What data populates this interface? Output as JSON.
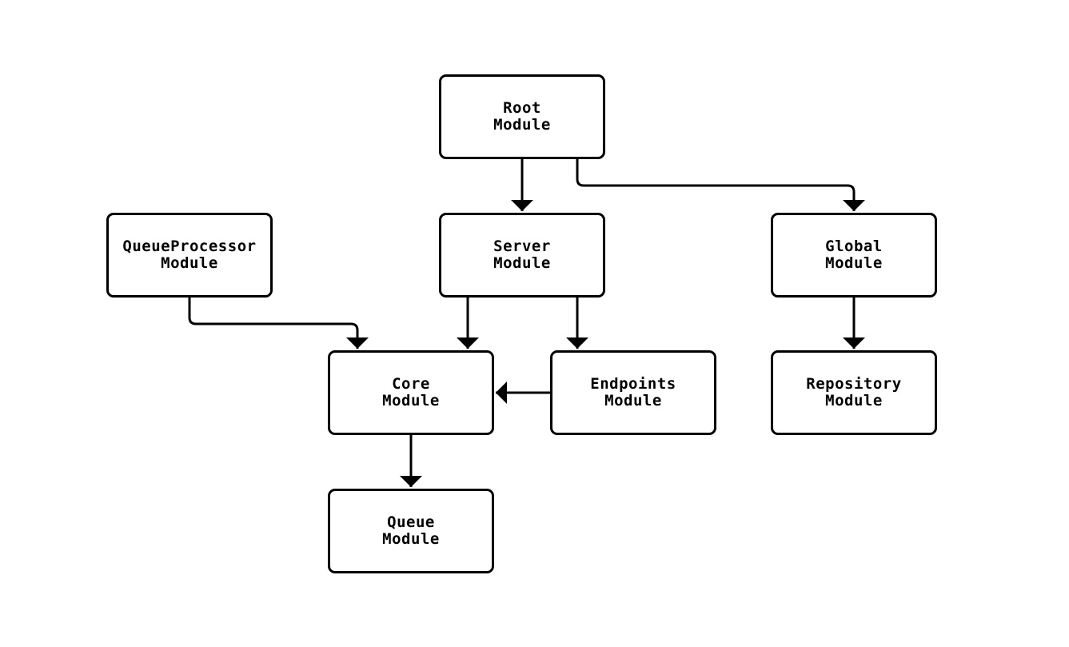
{
  "diagram": {
    "type": "flowchart",
    "direction": "top-down",
    "colors": {
      "background": "#ffffff",
      "node_fill": "#ffffff",
      "node_stroke": "#000000",
      "edge_stroke": "#000000",
      "text": "#000000"
    },
    "nodes": [
      {
        "id": "root",
        "label": "Root Module",
        "lines": [
          "Root",
          "Module"
        ]
      },
      {
        "id": "server",
        "label": "Server Module",
        "lines": [
          "Server",
          "Module"
        ]
      },
      {
        "id": "queueprocessor",
        "label": "QueueProcessor Module",
        "lines": [
          "QueueProcessor",
          "Module"
        ]
      },
      {
        "id": "global",
        "label": "Global Module",
        "lines": [
          "Global",
          "Module"
        ]
      },
      {
        "id": "core",
        "label": "Core Module",
        "lines": [
          "Core",
          "Module"
        ]
      },
      {
        "id": "endpoints",
        "label": "Endpoints Module",
        "lines": [
          "Endpoints",
          "Module"
        ]
      },
      {
        "id": "repository",
        "label": "Repository Module",
        "lines": [
          "Repository",
          "Module"
        ]
      },
      {
        "id": "queue",
        "label": "Queue Module",
        "lines": [
          "Queue",
          "Module"
        ]
      }
    ],
    "edges": [
      {
        "from": "Root Module",
        "to": "Server Module"
      },
      {
        "from": "Root Module",
        "to": "Global Module"
      },
      {
        "from": "QueueProcessor Module",
        "to": "Core Module"
      },
      {
        "from": "Server Module",
        "to": "Core Module"
      },
      {
        "from": "Server Module",
        "to": "Endpoints Module"
      },
      {
        "from": "Endpoints Module",
        "to": "Core Module"
      },
      {
        "from": "Global Module",
        "to": "Repository Module"
      },
      {
        "from": "Core Module",
        "to": "Queue Module"
      }
    ]
  }
}
